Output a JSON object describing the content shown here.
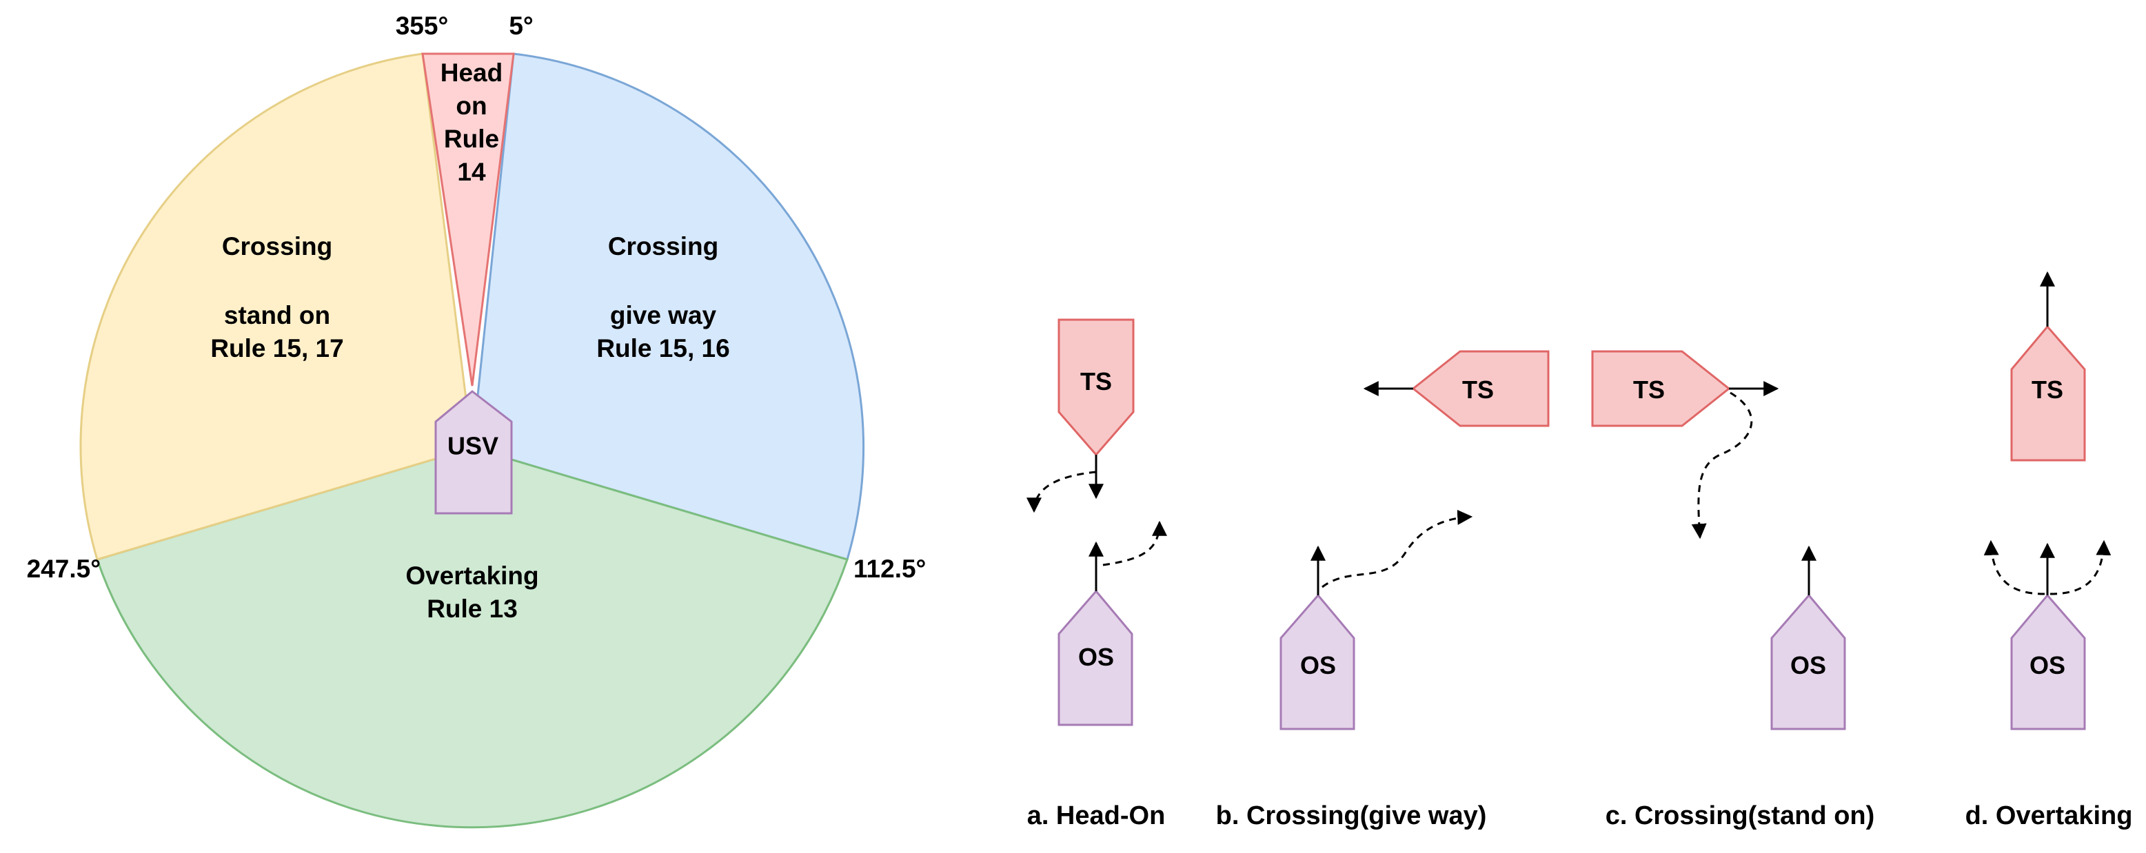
{
  "sector_diagram": {
    "sectors": {
      "head_on": {
        "lines": [
          "Head",
          "on",
          "Rule",
          "14"
        ],
        "fill": "#ffd3d3",
        "stroke": "#e57373"
      },
      "crossing_give_way": {
        "lines": [
          "Crossing",
          "give way",
          "Rule 15, 16"
        ],
        "fill": "#d6e8fc",
        "stroke": "#7aa6d6"
      },
      "overtaking": {
        "lines": [
          "Overtaking",
          "Rule 13"
        ],
        "fill": "#cfe9d3",
        "stroke": "#7bbd7f"
      },
      "crossing_stand_on": {
        "lines": [
          "Crossing",
          "stand on",
          "Rule 15, 17"
        ],
        "fill": "#fff0c9",
        "stroke": "#e6cf86"
      }
    },
    "angles": {
      "a355": "355°",
      "a5": "5°",
      "a112": "112.5°",
      "a247": "247.5°"
    },
    "own_vessel_label": "USV"
  },
  "scenarios": {
    "target_label": "TS",
    "own_label": "OS",
    "captions": {
      "a": "a. Head-On",
      "b": "b. Crossing(give way)",
      "c": "c. Crossing(stand on)",
      "d": "d. Overtaking"
    }
  },
  "colors": {
    "ts_fill": "#f8c8c8",
    "ts_stroke": "#e06666",
    "os_fill": "#e5d5ea",
    "os_stroke": "#a67bb5"
  }
}
